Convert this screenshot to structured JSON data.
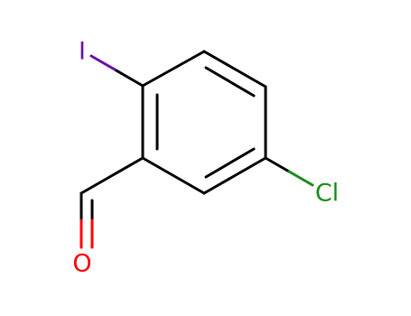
{
  "atoms": {
    "iodine": {
      "symbol": "I",
      "color": "#6a0dad"
    },
    "chlorine": {
      "symbol": "Cl",
      "color": "#1a8c1a"
    },
    "oxygen": {
      "symbol": "O",
      "color": "#ff0000"
    }
  },
  "colors": {
    "bond": "#000000",
    "background": "#ffffff"
  }
}
